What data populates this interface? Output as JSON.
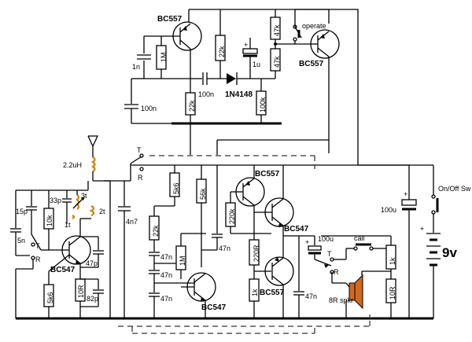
{
  "components": {
    "q_top_left": "BC557",
    "q_top_right": "BC557",
    "q_mid_upper": "BC557",
    "q_mid_right": "BC547",
    "q_mid_lower": "BC557",
    "q_lower_center": "BC547",
    "q_rf": "BC547",
    "diode": "1N4148",
    "antenna_inductor": "2.2uH",
    "battery": "9v",
    "switch_power": "On/Off Sw",
    "switch_operate": "operate",
    "switch_call": "call",
    "speaker": "8R spkr"
  },
  "values": {
    "r_1m_top": "1M",
    "c_1n": "1n",
    "r_22k_top": "22k",
    "c_1u": "1u",
    "r_47k_a": "47k",
    "r_47k_b": "47k",
    "c_100n_a": "100n",
    "r_22k_b": "22k",
    "r_100k": "100k",
    "c_100n_b": "100n",
    "r_5k6_a": "5k6",
    "r_56k": "56k",
    "r_220k": "220k",
    "r_220r": "220R",
    "c_4n7": "4n7",
    "r_22k_c": "22k",
    "c_47n_a": "47n",
    "c_47n_b": "47n",
    "c_47n_c": "47n",
    "r_1m_b": "1M",
    "c_47n_d": "47n",
    "r_1k_a": "1k",
    "c_47n_e": "47n",
    "c_100u_a": "100u",
    "c_100u_b": "100u",
    "r_1k_b": "1k",
    "r_10r_a": "10R",
    "c_15p": "15p",
    "c_33p": "33p",
    "r_10k": "10k",
    "c_5n": "5n",
    "r_5k6_b": "5k6",
    "c_47p": "47p",
    "r_10r_b": "10R",
    "c_82p": "82p",
    "turns_3t": "3t",
    "turns_2t": "2t",
    "turns_1t": "1t"
  },
  "switch_labels": {
    "t": "T",
    "r": "R"
  },
  "symbols": {
    "plus": "+"
  }
}
